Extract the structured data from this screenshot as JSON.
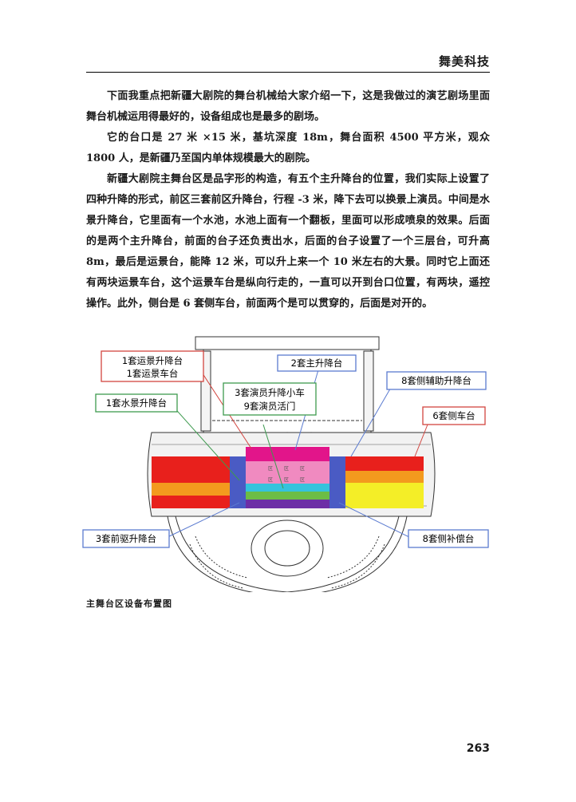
{
  "header": {
    "title": "舞美科技"
  },
  "paragraphs": [
    "下面我重点把新疆大剧院的舞台机械给大家介绍一下，这是我做过的演艺剧场里面舞台机械运用得最好的，设备组成也是最多的剧场。",
    "它的台口是 27 米 ×15 米，基坑深度 18m，舞台面积 4500 平方米，观众 1800 人，是新疆乃至国内单体规模最大的剧院。",
    "新疆大剧院主舞台区是品字形的构造，有五个主升降台的位置，我们实际上设置了四种升降的形式，前区三套前区升降台，行程 -3 米，降下去可以换景上演员。中间是水景升降台，它里面有一个水池，水池上面有一个翻板，里面可以形成喷泉的效果。后面的是两个主升降台，前面的台子还负责出水，后面的台子设置了一个三层台，可升高 8m，最后是运景台，能降 12 米，可以升上来一个 10 米左右的大景。同时它上面还有两块运景车台，这个运景车台是纵向行走的，一直可以开到台口位置，有两块，遥控操作。此外，侧台是 6 套侧车台，前面两个是可以贯穿的，后面是对开的。"
  ],
  "figure": {
    "callouts": {
      "c1_line1": "1套运景升降台",
      "c1_line2": "1套运景车台",
      "c2": "2套主升降台",
      "c3_line1": "3套演员升降小车",
      "c3_line2": "9套演员活门",
      "c4": "8套侧辅助升降台",
      "c5": "1套水景升降台",
      "c6": "6套侧车台",
      "c7": "3套前驱升降台",
      "c8": "8套侧补偿台"
    },
    "cell_label": "区",
    "colors": {
      "red": "#e8201c",
      "orange": "#f39a1e",
      "yellow": "#f4ee27",
      "green": "#6cbd45",
      "magenta": "#e2158a",
      "pink": "#f08ac0",
      "cyan": "#35c3dc",
      "purple": "#6d2fa6",
      "blue": "#4a5bc4",
      "callout_red": "#d2453f",
      "callout_blue": "#5b7bd0",
      "callout_green": "#3e9a4f"
    }
  },
  "caption": "主舞台区设备布置图",
  "page_number": "263"
}
